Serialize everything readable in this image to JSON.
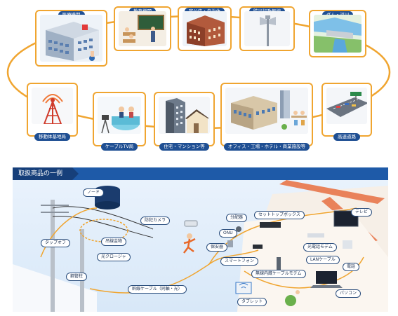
{
  "top": {
    "cards": [
      {
        "id": "medical",
        "label": "医療機関"
      },
      {
        "id": "education",
        "label": "教育機関"
      },
      {
        "id": "government",
        "label": "官公庁・自治体"
      },
      {
        "id": "disaster",
        "label": "防災行政無線"
      },
      {
        "id": "dam",
        "label": "ダム・河川"
      },
      {
        "id": "mobile",
        "label": "移動体基地局"
      },
      {
        "id": "cabletv",
        "label": "ケーブルTV局"
      },
      {
        "id": "housing",
        "label": "住宅・マンション等"
      },
      {
        "id": "office",
        "label": "オフィス・工場・ホテル・商業施設等"
      },
      {
        "id": "highway",
        "label": "高速道路"
      }
    ]
  },
  "products": {
    "title": "取扱商品の一例",
    "labels": {
      "node": "ノード",
      "tapoff": "タップオフ",
      "hanger": "吊線金物",
      "closure": "光クロージャ",
      "pipe": "鋼管柱",
      "camera": "防犯カメラ",
      "trunk_cable": "幹線ケーブル（同軸・光）",
      "splitter": "分配器",
      "stb": "セットトップボックス",
      "tv": "テレビ",
      "onu": "ONU",
      "protector": "保安器",
      "optical_modem": "光電話モデム",
      "smartphone": "スマートフォン",
      "lan_cable": "LANケーブル",
      "phone": "電話",
      "wireless_modem": "無線内蔵ケーブルモデム",
      "tablet": "タブレット",
      "pc": "パソコン"
    }
  }
}
